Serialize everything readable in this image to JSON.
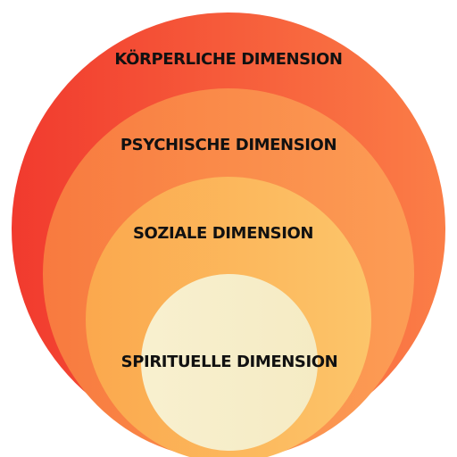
{
  "diagram": {
    "layers": [
      {
        "label": "KÖRPERLICHE DIMENSION",
        "color_start": "#f13a2e",
        "color_end": "#fb7e47"
      },
      {
        "label": "PSYCHISCHE DIMENSION",
        "color_start": "#f87a3f",
        "color_end": "#fc9d55"
      },
      {
        "label": "SOZIALE DIMENSION",
        "color_start": "#fba84d",
        "color_end": "#fcc56a"
      },
      {
        "label": "SPIRITUELLE DIMENSION",
        "color_start": "#f8f0cf",
        "color_end": "#f5ebc4"
      }
    ]
  }
}
